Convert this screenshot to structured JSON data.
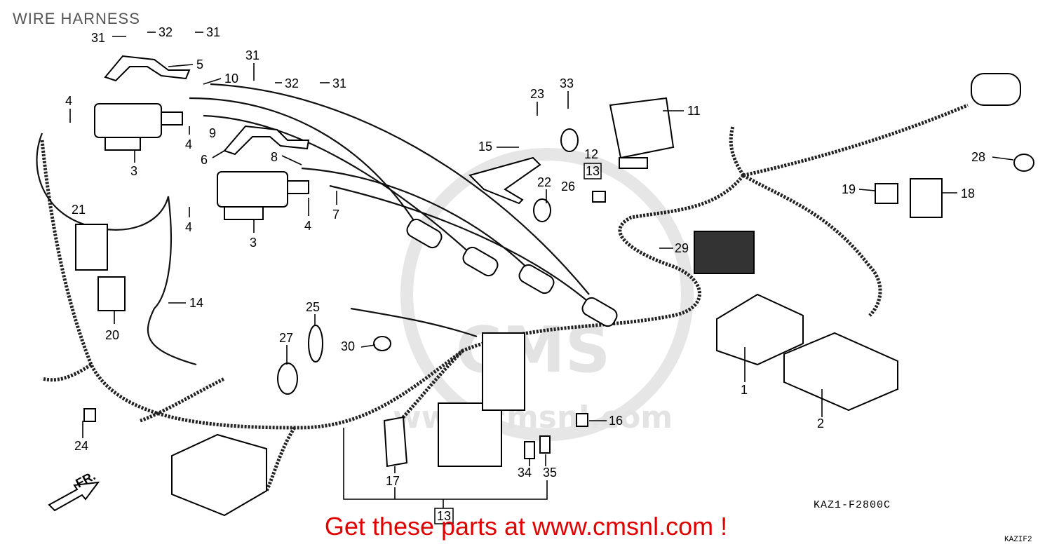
{
  "title": "WIRE HARNESS",
  "banner": "Get these parts at www.cmsnl.com !",
  "diagram_code": "KAZ1-F2800C",
  "corner_code": "KAZIF2",
  "direction_label": "FR.",
  "watermark": "www.cmsnl.com",
  "watermark_logo": "CMS",
  "callouts": [
    {
      "id": "c31a",
      "text": "31"
    },
    {
      "id": "c32a",
      "text": "32"
    },
    {
      "id": "c31b",
      "text": "31"
    },
    {
      "id": "c5",
      "text": "5"
    },
    {
      "id": "c31c",
      "text": "31"
    },
    {
      "id": "c10",
      "text": "10"
    },
    {
      "id": "c32b",
      "text": "32"
    },
    {
      "id": "c31d",
      "text": "31"
    },
    {
      "id": "c4a",
      "text": "4"
    },
    {
      "id": "c9",
      "text": "9"
    },
    {
      "id": "c4b",
      "text": "4"
    },
    {
      "id": "c3a",
      "text": "3"
    },
    {
      "id": "c6",
      "text": "6"
    },
    {
      "id": "c8",
      "text": "8"
    },
    {
      "id": "c4c",
      "text": "4"
    },
    {
      "id": "c3b",
      "text": "3"
    },
    {
      "id": "c4d",
      "text": "4"
    },
    {
      "id": "c7",
      "text": "7"
    },
    {
      "id": "c21",
      "text": "21"
    },
    {
      "id": "c20",
      "text": "20"
    },
    {
      "id": "c14",
      "text": "14"
    },
    {
      "id": "c23",
      "text": "23"
    },
    {
      "id": "c33",
      "text": "33"
    },
    {
      "id": "c11",
      "text": "11"
    },
    {
      "id": "c15",
      "text": "15"
    },
    {
      "id": "c12",
      "text": "12"
    },
    {
      "id": "c13a",
      "text": "13"
    },
    {
      "id": "c22",
      "text": "22"
    },
    {
      "id": "c26",
      "text": "26"
    },
    {
      "id": "c28",
      "text": "28"
    },
    {
      "id": "c19",
      "text": "19"
    },
    {
      "id": "c18",
      "text": "18"
    },
    {
      "id": "c29",
      "text": "29"
    },
    {
      "id": "c25",
      "text": "25"
    },
    {
      "id": "c27",
      "text": "27"
    },
    {
      "id": "c30",
      "text": "30"
    },
    {
      "id": "c1",
      "text": "1"
    },
    {
      "id": "c2",
      "text": "2"
    },
    {
      "id": "c16",
      "text": "16"
    },
    {
      "id": "c24",
      "text": "24"
    },
    {
      "id": "c17",
      "text": "17"
    },
    {
      "id": "c34",
      "text": "34"
    },
    {
      "id": "c35",
      "text": "35"
    },
    {
      "id": "c13b",
      "text": "13"
    }
  ]
}
